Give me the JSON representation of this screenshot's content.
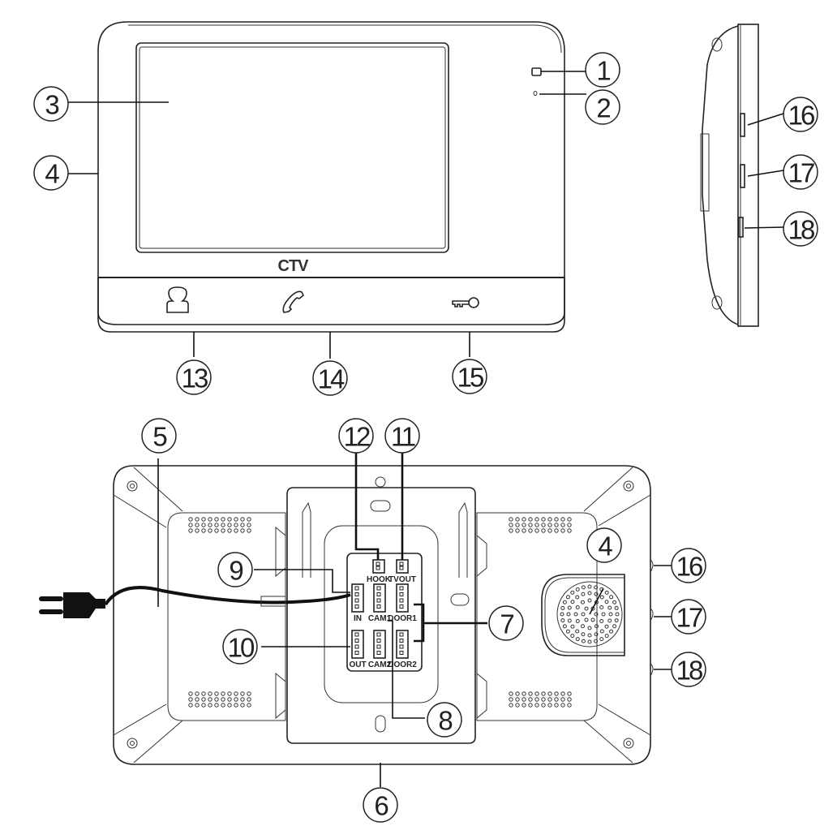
{
  "diagram": {
    "title": "Video intercom monitor – front, side and rear views",
    "brand_logo": "CTV",
    "callouts": [
      {
        "id": "1",
        "target": "indicator-led"
      },
      {
        "id": "2",
        "target": "microphone"
      },
      {
        "id": "3",
        "target": "display"
      },
      {
        "id": "4",
        "target": "speaker"
      },
      {
        "id": "5",
        "target": "power-cord"
      },
      {
        "id": "6",
        "target": "mounting-bracket"
      },
      {
        "id": "7",
        "target": "door-ports"
      },
      {
        "id": "8",
        "target": "camera-ports"
      },
      {
        "id": "9",
        "target": "in-port"
      },
      {
        "id": "10",
        "target": "out-port"
      },
      {
        "id": "11",
        "target": "tvout-port"
      },
      {
        "id": "12",
        "target": "hook-port"
      },
      {
        "id": "13",
        "target": "monitor-button"
      },
      {
        "id": "14",
        "target": "talk-button"
      },
      {
        "id": "15",
        "target": "unlock-button"
      },
      {
        "id": "16",
        "target": "side-control-1"
      },
      {
        "id": "17",
        "target": "side-control-2"
      },
      {
        "id": "18",
        "target": "side-switch"
      },
      {
        "id": "4",
        "target": "side-reference"
      },
      {
        "id": "16",
        "target": "rear-side-control-1"
      },
      {
        "id": "17",
        "target": "rear-side-control-2"
      },
      {
        "id": "18",
        "target": "rear-side-switch"
      }
    ],
    "front_buttons": [
      {
        "icon": "person-icon"
      },
      {
        "icon": "phone-handset-icon"
      },
      {
        "icon": "key-icon"
      }
    ],
    "port_labels": {
      "hook": "HOOK",
      "tvout": "TVOUT",
      "in": "IN",
      "cam1": "CAM1",
      "door1": "DOOR1",
      "out": "OUT",
      "cam2": "CAM2",
      "door2": "DOOR2"
    },
    "colors": {
      "line": "#222222",
      "background": "#ffffff"
    }
  }
}
